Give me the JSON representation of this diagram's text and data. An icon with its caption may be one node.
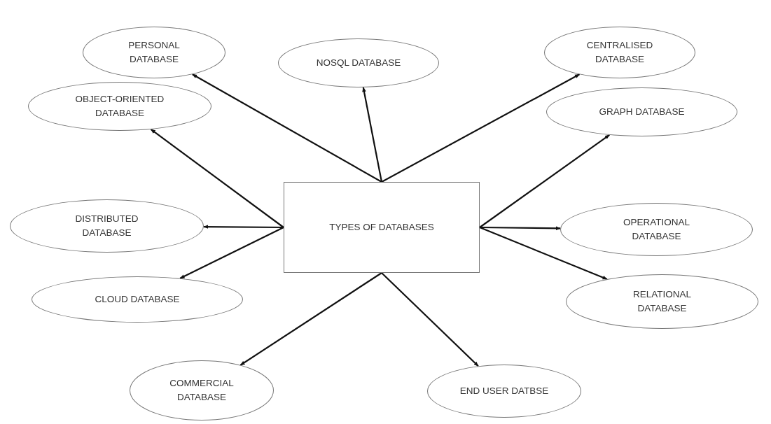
{
  "diagram": {
    "nodes": [
      {
        "text": [
          "TYPES OF DATABASES"
        ]
      },
      {
        "text": [
          "PERSONAL DATABASE"
        ]
      },
      {
        "text": [
          "NOSQL DATABASE"
        ]
      },
      {
        "text": [
          "CENTRALISED DATABASE"
        ]
      },
      {
        "text": [
          "OBJECT-ORIENTED DATABASE"
        ]
      },
      {
        "text": [
          "GRAPH DATABASE"
        ]
      },
      {
        "text": [
          "DISTRIBUTED DATABASE"
        ]
      },
      {
        "text": [
          "OPERATIONAL DATABASE"
        ]
      },
      {
        "text": [
          "CLOUD DATABASE"
        ]
      },
      {
        "text": [
          "RELATIONAL DATABASE"
        ]
      },
      {
        "text": [
          "COMMERCIAL DATABASE"
        ]
      },
      {
        "text": [
          "END USER DATBSE"
        ]
      }
    ],
    "edges": [
      {
        "from": 0,
        "to": 1,
        "arrow": "to"
      },
      {
        "from": 0,
        "to": 2,
        "arrow": "to"
      },
      {
        "from": 0,
        "to": 3,
        "arrow": "to"
      },
      {
        "from": 0,
        "to": 4,
        "arrow": "to"
      },
      {
        "from": 0,
        "to": 5,
        "arrow": "to"
      },
      {
        "from": 0,
        "to": 6,
        "arrow": "to"
      },
      {
        "from": 0,
        "to": 7,
        "arrow": "to"
      },
      {
        "from": 0,
        "to": 8,
        "arrow": "to"
      },
      {
        "from": 0,
        "to": 9,
        "arrow": "to"
      },
      {
        "from": 0,
        "to": 10,
        "arrow": "to"
      },
      {
        "from": 0,
        "to": 11,
        "arrow": "to"
      }
    ]
  }
}
